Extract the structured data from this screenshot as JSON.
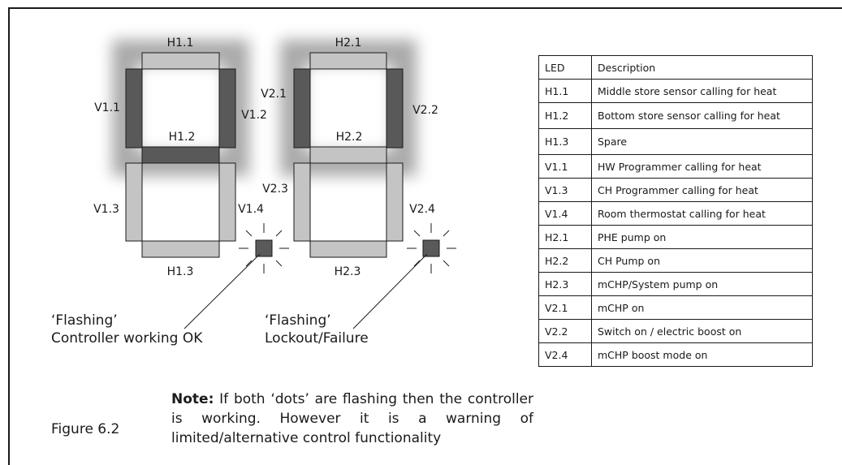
{
  "segments": {
    "h1_1": "H1.1",
    "h1_2": "H1.2",
    "h1_3": "H1.3",
    "v1_1": "V1.1",
    "v1_2": "V1.2",
    "v1_3": "V1.3",
    "v1_4": "V1.4",
    "h2_1": "H2.1",
    "h2_2": "H2.2",
    "h2_3": "H2.3",
    "v2_1": "V2.1",
    "v2_2": "V2.2",
    "v2_3": "V2.3",
    "v2_4": "V2.4"
  },
  "colors": {
    "lit": "#595959",
    "unlit": "#c4c4c4",
    "glow": "#9a9a9a",
    "dot": "#5a5a5a"
  },
  "captions": {
    "left_line1": "‘Flashing’",
    "left_line2": "Controller working OK",
    "right_line1": "‘Flashing’",
    "right_line2": "Lockout/Failure"
  },
  "figure_label": "Figure 6.2",
  "note": {
    "bold": "Note:",
    "text": " If both ‘dots’ are flashing then the controller is working. However it is a warning of limited/alternative control functionality"
  },
  "table": {
    "headers": [
      "LED",
      "Description"
    ],
    "rows": [
      [
        "H1.1",
        "Middle store sensor calling for heat"
      ],
      [
        "H1.2",
        "Bottom store sensor calling for heat"
      ],
      [
        "H1.3",
        "Spare"
      ],
      [
        "V1.1",
        "HW Programmer calling for heat"
      ],
      [
        "V1.3",
        "CH Programmer calling for heat"
      ],
      [
        "V1.4",
        "Room thermostat calling for heat"
      ],
      [
        "H2.1",
        "PHE pump on"
      ],
      [
        "H2.2",
        "CH Pump on"
      ],
      [
        "H2.3",
        "mCHP/System pump on"
      ],
      [
        "V2.1",
        "mCHP on"
      ],
      [
        "V2.2",
        "Switch on / electric boost on"
      ],
      [
        "V2.4",
        "mCHP boost mode on"
      ]
    ]
  }
}
